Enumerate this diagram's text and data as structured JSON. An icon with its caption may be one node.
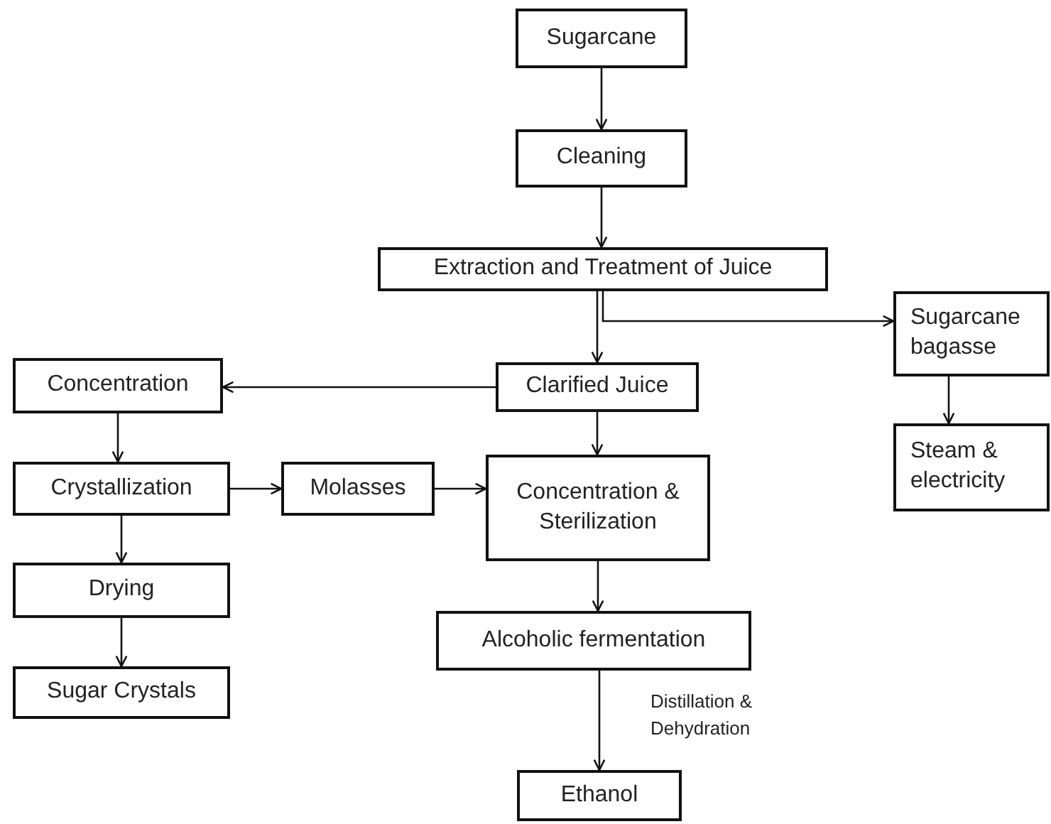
{
  "diagram": {
    "nodes": [
      {
        "text": [
          "Sugarcane"
        ]
      },
      {
        "text": [
          "Cleaning"
        ]
      },
      {
        "text": [
          "Extraction and Treatment of Juice"
        ]
      },
      {
        "text": [
          "Sugarcane bagasse"
        ]
      },
      {
        "text": [
          "Clarified Juice"
        ]
      },
      {
        "text": [
          "Concentration"
        ]
      },
      {
        "text": [
          "Crystallization"
        ]
      },
      {
        "text": [
          "Molasses"
        ]
      },
      {
        "text": [
          "Concentration & Sterilization"
        ]
      },
      {
        "text": [
          "Steam & electricity"
        ]
      },
      {
        "text": [
          "Drying"
        ]
      },
      {
        "text": [
          "Sugar Crystals"
        ]
      },
      {
        "text": [
          "Alcoholic fermentation"
        ]
      },
      {
        "text": [
          "Ethanol"
        ]
      }
    ],
    "edges": [
      {
        "from": 0,
        "to": 1,
        "arrow": "to"
      },
      {
        "from": 1,
        "to": 2,
        "arrow": "to"
      },
      {
        "from": 2,
        "to": 4,
        "arrow": "to"
      },
      {
        "from": 2,
        "to": 3,
        "arrow": "to"
      },
      {
        "from": 4,
        "to": 5,
        "arrow": "to"
      },
      {
        "from": 5,
        "to": 6,
        "arrow": "to"
      },
      {
        "from": 6,
        "to": 7,
        "arrow": "to"
      },
      {
        "from": 7,
        "to": 8,
        "arrow": "to"
      },
      {
        "from": 4,
        "to": 8,
        "arrow": "to"
      },
      {
        "from": 3,
        "to": 9,
        "arrow": "to"
      },
      {
        "from": 6,
        "to": 10,
        "arrow": "to"
      },
      {
        "from": 10,
        "to": 11,
        "arrow": "to"
      },
      {
        "from": 8,
        "to": 12,
        "arrow": "to"
      },
      {
        "from": 12,
        "to": 13,
        "arrow": "to",
        "label": "Distillation & Dehydration"
      }
    ]
  }
}
